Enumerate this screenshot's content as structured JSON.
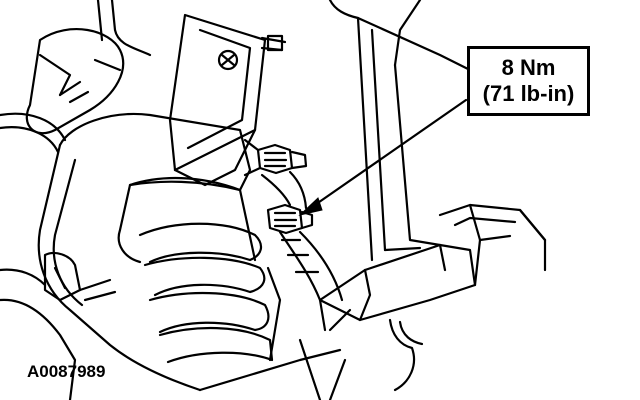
{
  "callout": {
    "torque_nm": "8 Nm",
    "torque_lbin": "(71 lb-in)"
  },
  "figure_id": "A0087989",
  "colors": {
    "ink": "#000000",
    "paper": "#ffffff"
  }
}
